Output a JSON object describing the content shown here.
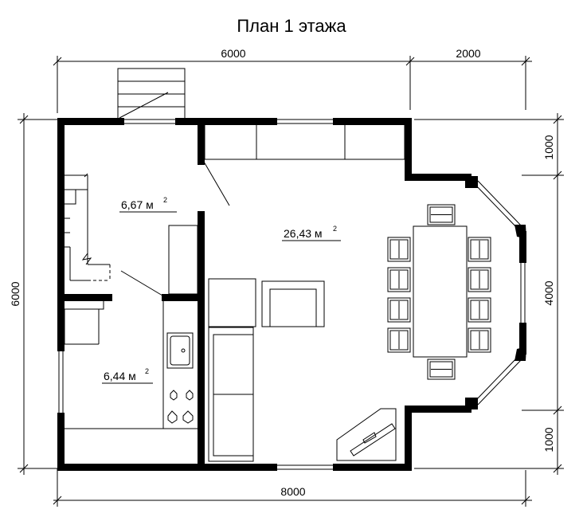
{
  "title": "План 1 этажа",
  "dimensions": {
    "top_left": "6000",
    "top_right": "2000",
    "bottom": "8000",
    "left": "6000",
    "right_top": "1000",
    "right_middle": "4000",
    "right_bottom": "1000"
  },
  "rooms": {
    "hall": {
      "area": "6,67 м",
      "unit_power": "2"
    },
    "living": {
      "area": "26,43 м",
      "unit_power": "2"
    },
    "kitchen": {
      "area": "6,44 м",
      "unit_power": "2"
    }
  }
}
